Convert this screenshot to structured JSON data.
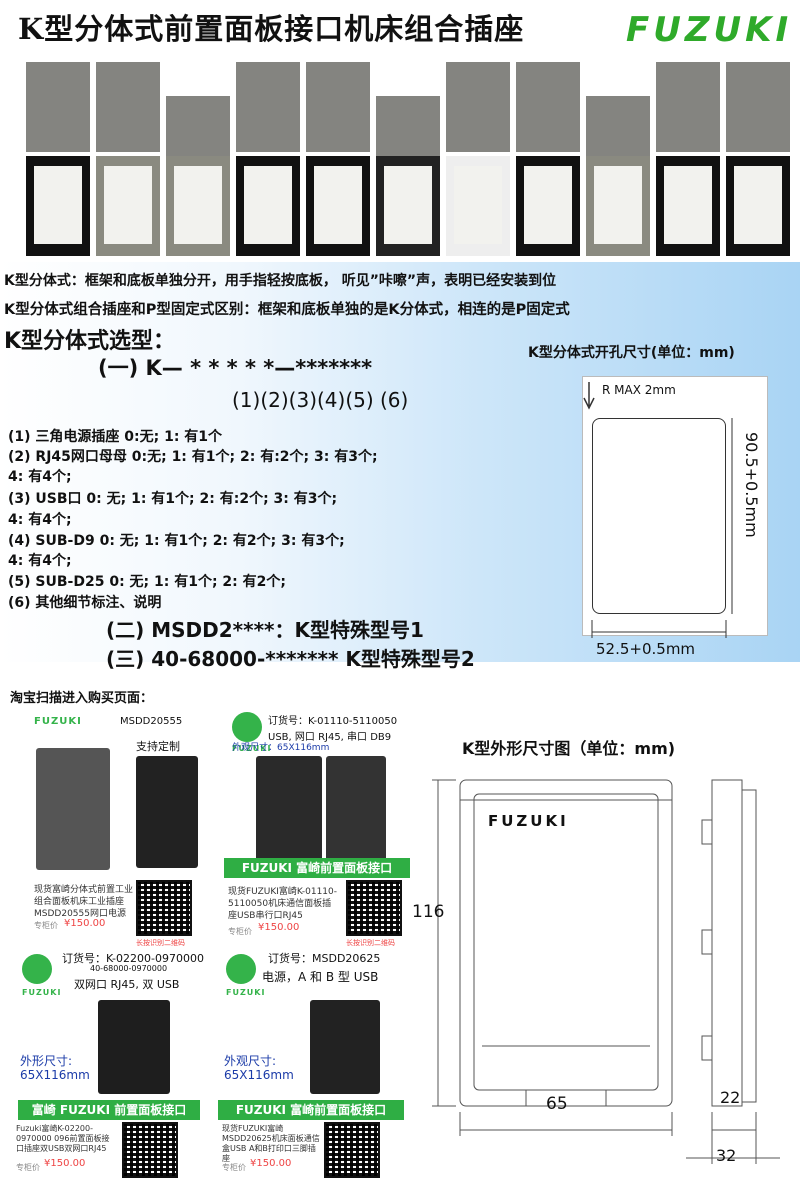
{
  "header": {
    "title": "K型分体式前置面板接口机床组合插座",
    "logo": "FUZUKI"
  },
  "info": {
    "line1": "K型分体式：框架和底板单独分开，用手指轻按底板， 听见”咔嚓”声，表明已经安装到位",
    "line2": "K型分体式组合插座和P型固定式区别：框架和底板单独的是K分体式，相连的是P固定式"
  },
  "selection": {
    "title": "K型分体式选型：",
    "format": "(一)     K—  *  *    *  *  *—*******",
    "positions": "(1)(2)(3)(4)(5)      (6)",
    "specs": [
      "(1) 三角电源插座  0:无;  1: 有1个",
      "(2) RJ45网口母母 0:无;  1: 有1个; 2: 有:2个;  3: 有3个;",
      "         4: 有4个;",
      "(3) USB口  0: 无;  1: 有1个; 2: 有:2个;  3: 有3个;",
      "         4: 有4个;",
      "(4) SUB-D9 0: 无; 1: 有1个; 2: 有2个;  3: 有3个;",
      "         4: 有4个;",
      "(5) SUB-D25  0: 无; 1: 有1个; 2: 有2个;",
      "(6) 其他细节标注、说明"
    ],
    "special1": "(二)  MSDD2****：K型特殊型号1",
    "special2": "(三)  40-68000-******* K型特殊型号2"
  },
  "cutout": {
    "title": "K型分体式开孔尺寸(单位：mm)",
    "radius": "R MAX 2mm",
    "height": "90.5+0.5mm",
    "width": "52.5+0.5mm"
  },
  "shop": {
    "title": "淘宝扫描进入购买页面：",
    "cards": [
      {
        "logo": "FUZUKI",
        "model": "MSDD20555",
        "note": "支持定制",
        "desc": "现货富崎分体式前置工业组合面板机床工业插座MSDD20555网口电源",
        "price": "¥150.00",
        "price_label": "专柜价",
        "qr_label": "长按识别二维码"
      },
      {
        "order": "订货号：K-01110-5110050",
        "ports": "USB, 网口 RJ45, 串口 DB9",
        "size": "外观尺寸：65X116mm",
        "logo": "FUZUKI",
        "bar": "FUZUKI 富崎前置面板接口",
        "desc": "现货FUZUKI富崎K-01110-5110050机床通信面板插座USB串行口RJ45",
        "price": "¥150.00",
        "price_label": "专柜价",
        "qr_label": "长按识别二维码"
      },
      {
        "order": "订货号：K-02200-0970000",
        "order2": "40-68000-0970000",
        "ports": "双网口 RJ45, 双 USB",
        "logo": "FUZUKI",
        "size_l1": "外形尺寸:",
        "size_l2": "65X116mm",
        "bar": "富崎 FUZUKI 前置面板接口",
        "desc": "Fuzuki富崎K-02200-0970000 096前置面板接口插座双USB双网口RJ45",
        "price": "¥150.00",
        "price_label": "专柜价"
      },
      {
        "order": "订货号：MSDD20625",
        "ports": "电源，A 和 B 型 USB",
        "logo": "FUZUKI",
        "size_l1": "外观尺寸:",
        "size_l2": "65X116mm",
        "bar": "FUZUKI 富崎前置面板接口",
        "desc": "现货FUZUKI富崎MSDD20625机床面板通信盒USB A和B打印口三脚插座",
        "price": "¥150.00",
        "price_label": "专柜价"
      }
    ]
  },
  "outline": {
    "title": "K型外形尺寸图（单位：mm)",
    "brand": "FUZUKI",
    "height": "116",
    "width": "65",
    "depth_inner": "22",
    "depth_outer": "32"
  },
  "colors": {
    "brand_green": "#2faa2a",
    "blue_gradient_end": "#a9d4f4",
    "price_red": "#e44444"
  }
}
